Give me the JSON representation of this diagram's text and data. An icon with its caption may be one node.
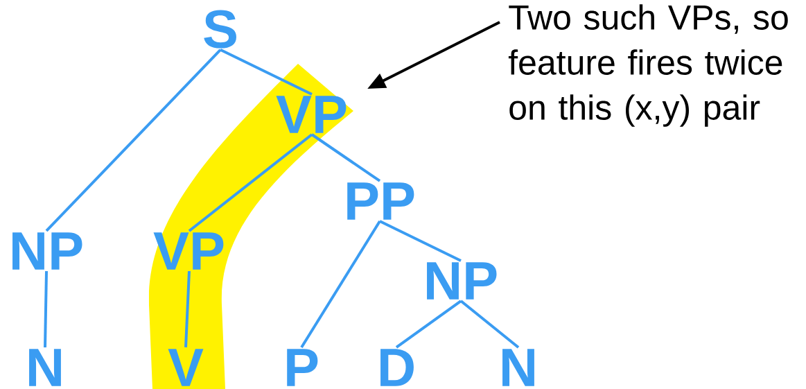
{
  "diagram": {
    "nodes": [
      {
        "text": [
          "S"
        ]
      },
      {
        "text": [
          "VP"
        ]
      },
      {
        "text": [
          "NP"
        ]
      },
      {
        "text": [
          "VP"
        ]
      },
      {
        "text": [
          "PP"
        ]
      },
      {
        "text": [
          "NP"
        ]
      },
      {
        "text": [
          "N"
        ]
      },
      {
        "text": [
          "V"
        ]
      },
      {
        "text": [
          "P"
        ]
      },
      {
        "text": [
          "D"
        ]
      },
      {
        "text": [
          "N"
        ]
      },
      {
        "text": [
          "Two such VPs, so feature fires twice on this (x,y) pair"
        ]
      }
    ],
    "edges": [
      {
        "from": 0,
        "to": 2,
        "arrow": "none"
      },
      {
        "from": 0,
        "to": 1,
        "arrow": "none"
      },
      {
        "from": 1,
        "to": 3,
        "arrow": "none"
      },
      {
        "from": 1,
        "to": 4,
        "arrow": "none"
      },
      {
        "from": 2,
        "to": 6,
        "arrow": "none"
      },
      {
        "from": 3,
        "to": 7,
        "arrow": "none"
      },
      {
        "from": 4,
        "to": 8,
        "arrow": "none"
      },
      {
        "from": 4,
        "to": 5,
        "arrow": "none"
      },
      {
        "from": 5,
        "to": 9,
        "arrow": "none"
      },
      {
        "from": 5,
        "to": 10,
        "arrow": "none"
      },
      {
        "from": 11,
        "to": null,
        "arrow": "to",
        "color": "#000000"
      }
    ]
  }
}
